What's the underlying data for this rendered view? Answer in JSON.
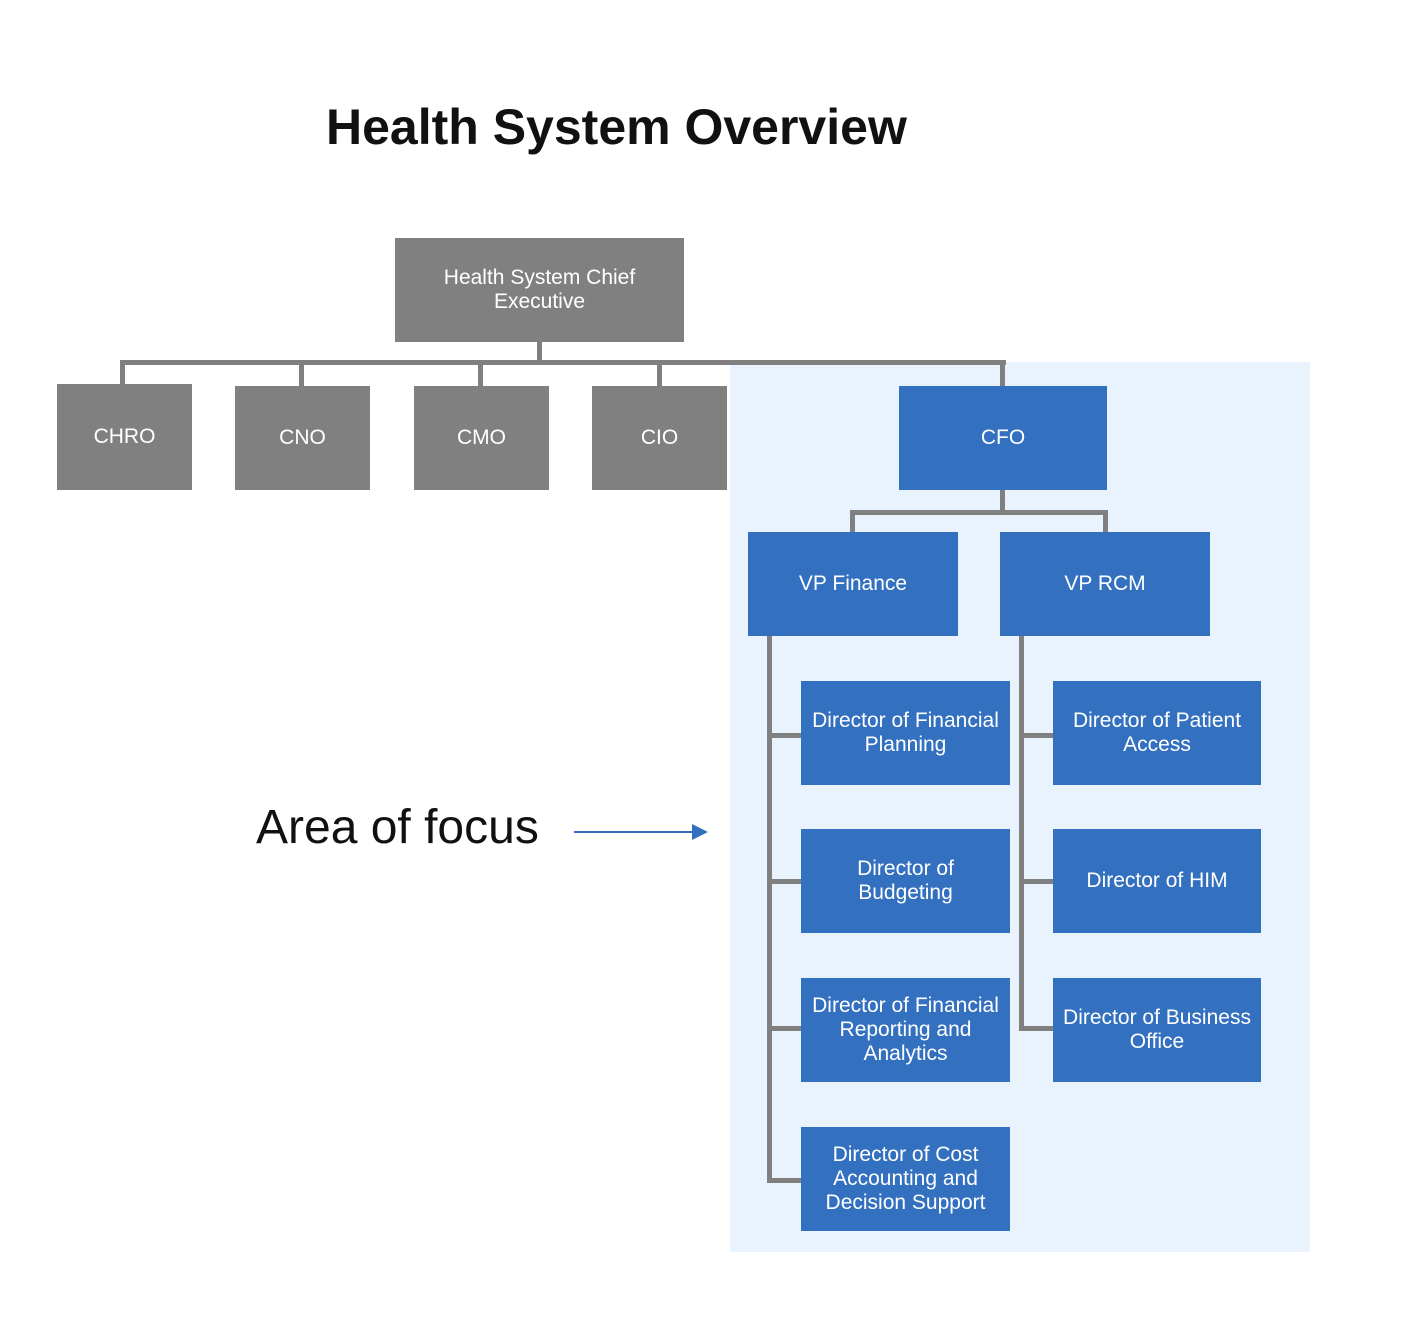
{
  "title": "Health System Overview",
  "annotation": {
    "label": "Area of focus"
  },
  "nodes": {
    "ceo": "Health System Chief Executive",
    "chro": "CHRO",
    "cno": "CNO",
    "cmo": "CMO",
    "cio": "CIO",
    "cfo": "CFO",
    "vp_finance": "VP Finance",
    "vp_rcm": "VP RCM",
    "dir_fin_planning": "Director of Financial Planning",
    "dir_budgeting": "Director of Budgeting",
    "dir_fin_reporting": "Director of Financial Reporting and Analytics",
    "dir_cost_accounting": "Director of Cost Accounting and Decision Support",
    "dir_patient_access": "Director of Patient Access",
    "dir_him": "Director of HIM",
    "dir_business_office": "Director of Business Office"
  },
  "colors": {
    "executive_box": "#808080",
    "focus_box": "#3370bf",
    "focus_area": "#e8f3fd",
    "connector": "#808080",
    "arrow": "#3370bf"
  }
}
